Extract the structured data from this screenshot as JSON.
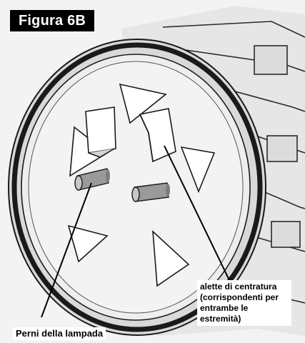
{
  "figure": {
    "title": "Figura 6B",
    "labels": {
      "centering_tabs": "alette di centratura (corrispondenti per entrambe le estremità)",
      "lamp_pins": "Perni della lampada"
    }
  },
  "colors": {
    "background": "#f3f3f3",
    "outline": "#1a1a1a",
    "title_bg": "#000000",
    "title_text": "#ffffff"
  }
}
